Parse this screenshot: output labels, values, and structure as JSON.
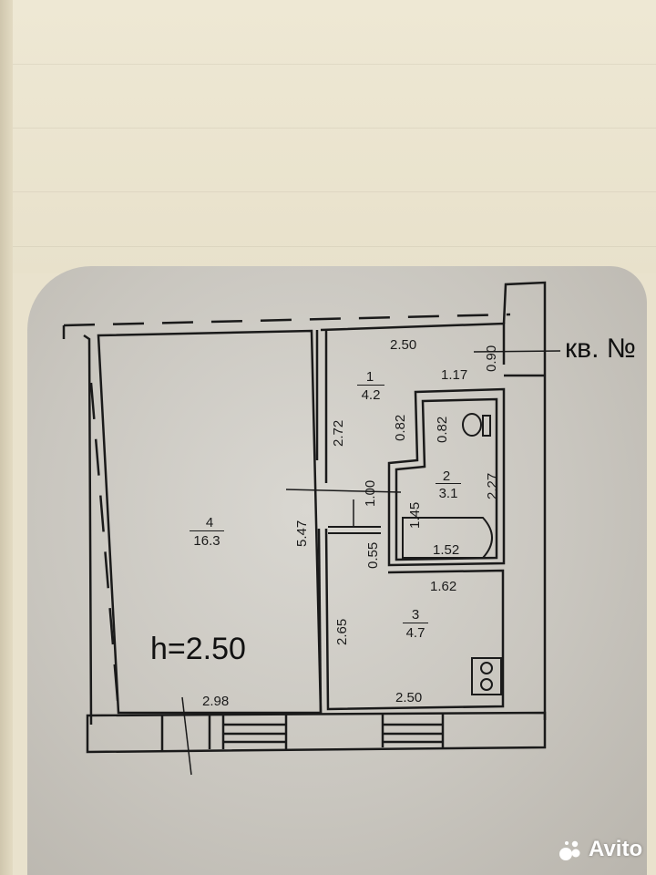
{
  "apartment_label": "кв. №",
  "ceiling_height": "h=2.50",
  "rooms": [
    {
      "number": "1",
      "area": "4.2"
    },
    {
      "number": "2",
      "area": "3.1"
    },
    {
      "number": "3",
      "area": "4.7"
    },
    {
      "number": "4",
      "area": "16.3"
    }
  ],
  "dimensions": {
    "d_2_50_top": "2.50",
    "d_0_90": "0.90",
    "d_1_17": "1.17",
    "d_0_82_a": "0.82",
    "d_0_82_b": "0.82",
    "d_2_72": "2.72",
    "d_1_00": "1.00",
    "d_1_45": "1.45",
    "d_2_27": "2.27",
    "d_5_47": "5.47",
    "d_0_55": "0.55",
    "d_1_52": "1.52",
    "d_1_62": "1.62",
    "d_2_65": "2.65",
    "d_2_98": "2.98",
    "d_2_50_bottom": "2.50"
  },
  "watermark": "Avito"
}
